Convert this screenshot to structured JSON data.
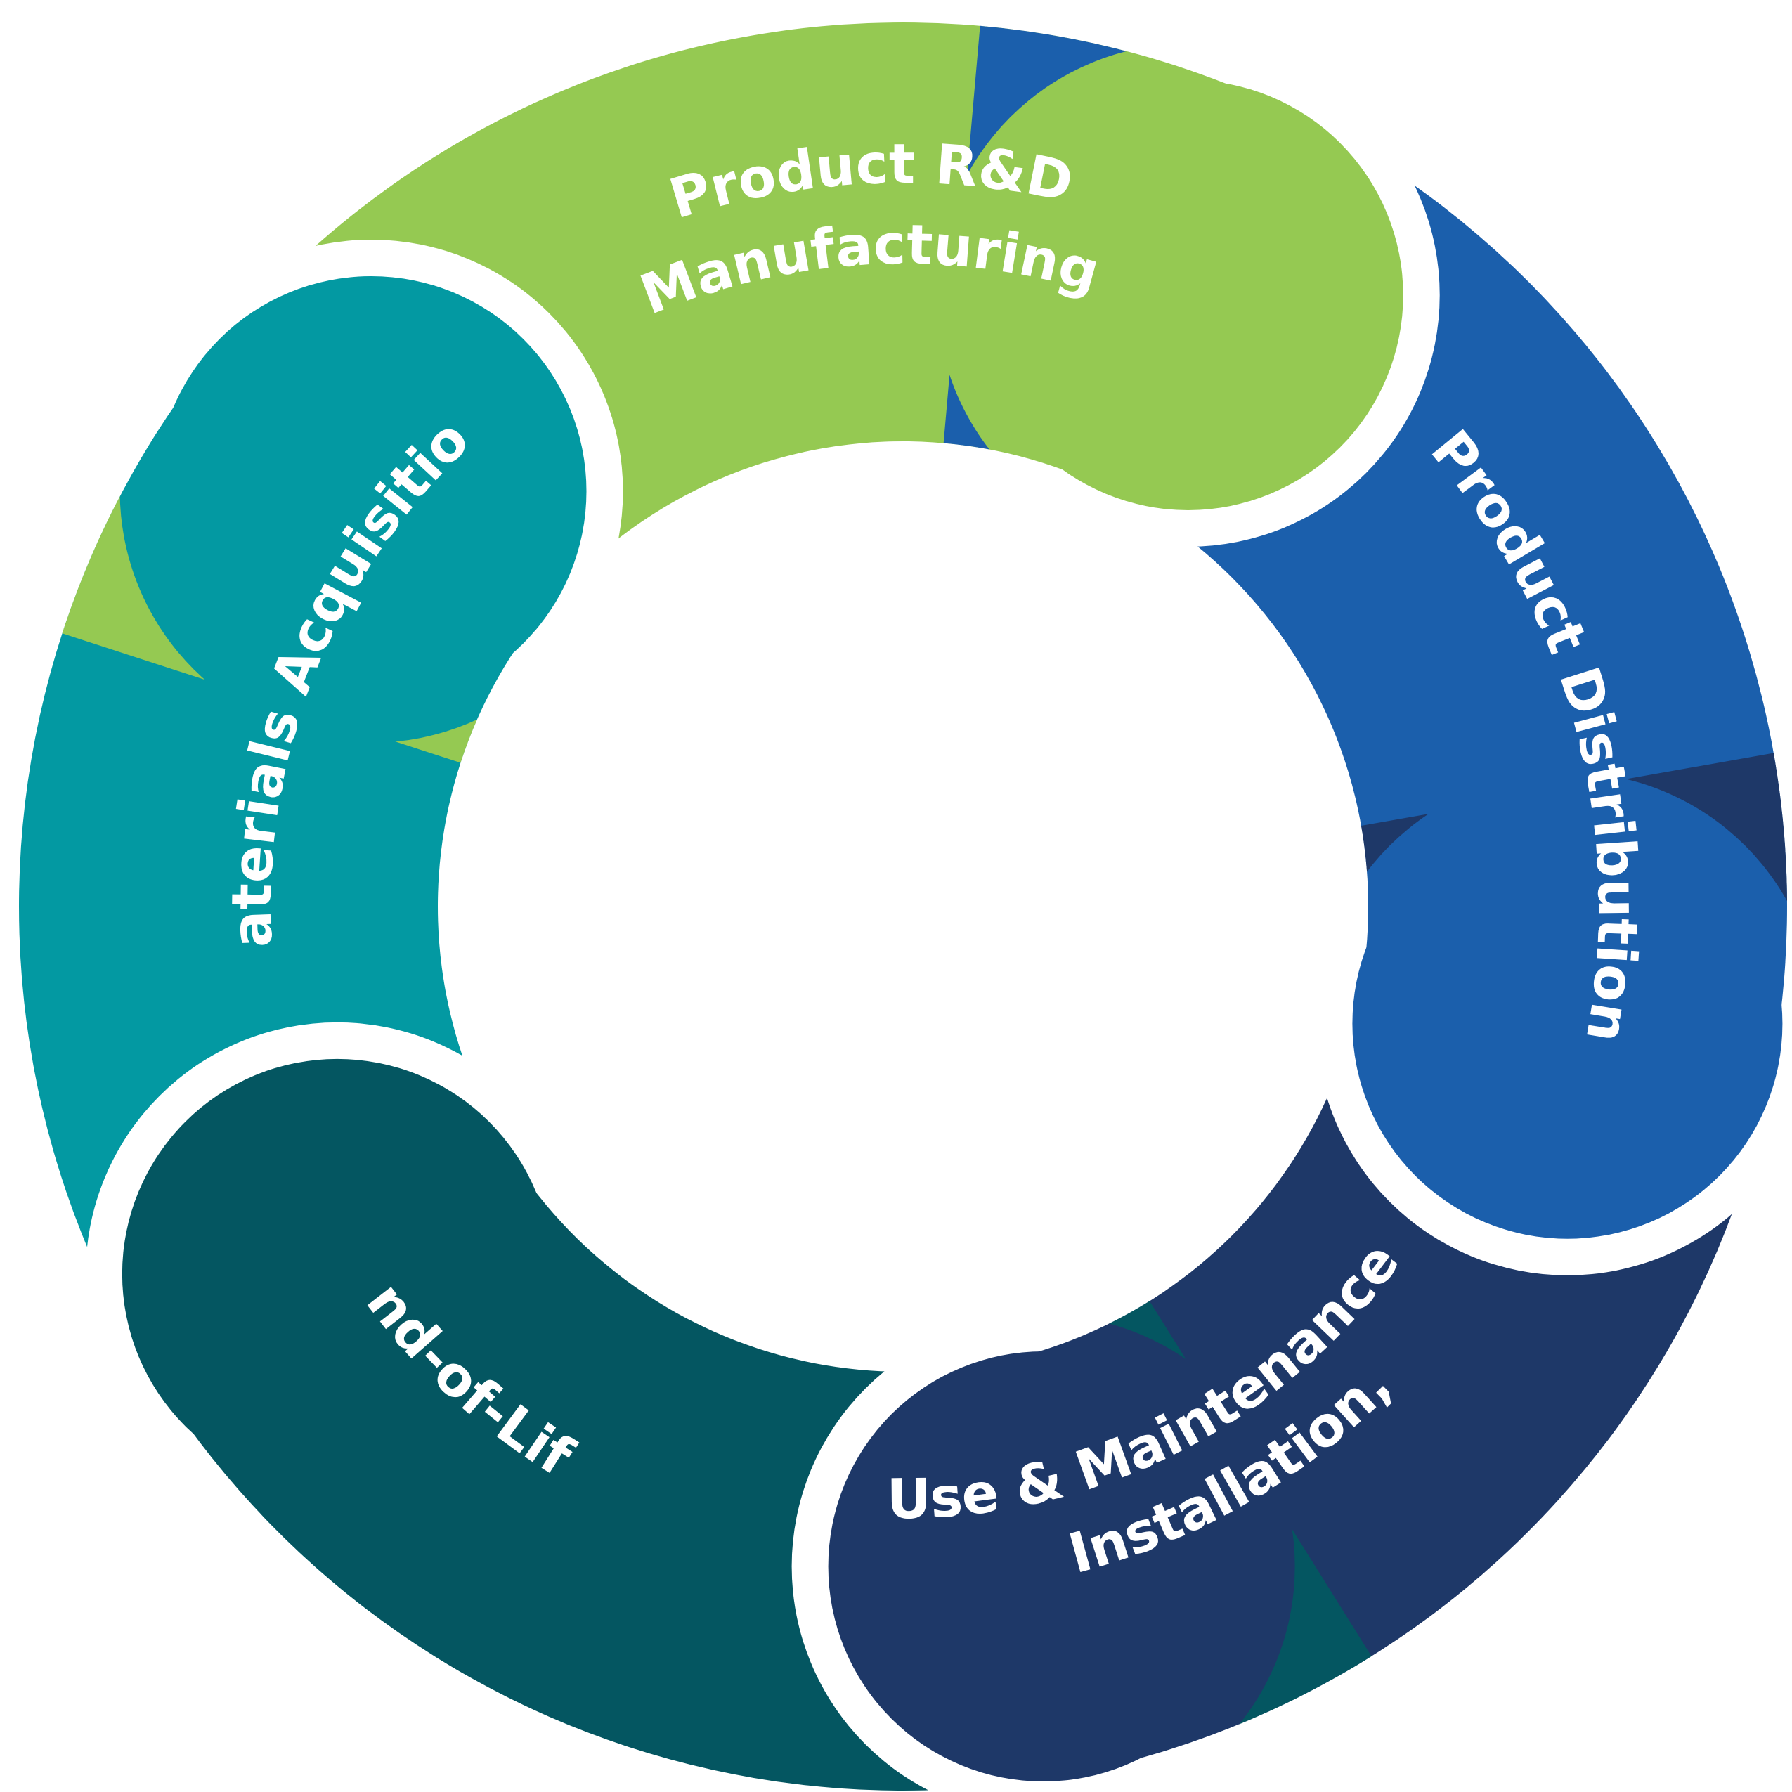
{
  "diagram": {
    "type": "lifecycle-cycle",
    "direction": "clockwise",
    "stages": [
      {
        "id": "materials-acquisition",
        "lines": [
          "Materials Acquisition"
        ],
        "color": "#0399A2"
      },
      {
        "id": "product-rd-manufacturing",
        "lines": [
          "Product R&D",
          "Manufacturing"
        ],
        "color": "#95C952"
      },
      {
        "id": "product-distribution",
        "lines": [
          "Product Distribution"
        ],
        "color": "#1B5FAC"
      },
      {
        "id": "installation-use-maintenance",
        "lines": [
          "Installation,",
          "Use & Maintenance"
        ],
        "color": "#1E3868"
      },
      {
        "id": "end-of-life",
        "lines": [
          "End-of-Life"
        ],
        "color": "#045661"
      }
    ],
    "background": "#FFFFFF",
    "text_color": "#FFFFFF"
  }
}
